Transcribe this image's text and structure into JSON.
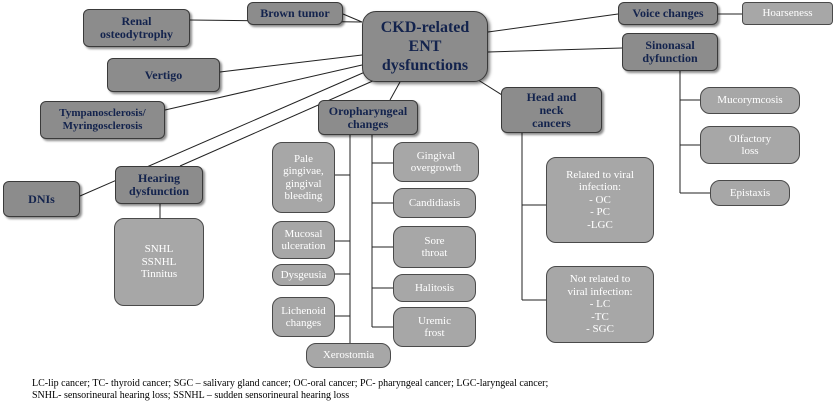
{
  "diagram": {
    "root": "CKD-related\nENT\ndysfunctions",
    "categories": {
      "renal": "Renal\nosteodytrophy",
      "brown_tumor": "Brown tumor",
      "vertigo": "Vertigo",
      "tympano": "Tympanosclerosis/\nMyringosclerosis",
      "dnis": "DNIs",
      "hearing": "Hearing\ndysfunction",
      "oro": "Oropharyngeal\nchanges",
      "head_neck": "Head and\nneck\ncancers",
      "voice": "Voice changes",
      "sinonasal": "Sinonasal\ndyfunction"
    },
    "details": {
      "hoarseness": "Hoarseness",
      "hearing_list": "SNHL\nSSNHL\nTinnitus",
      "pale": "Pale\ngingivae,\ngingival\nbleeding",
      "mucosal": "Mucosal\nulceration",
      "dysgeusia": "Dysgeusia",
      "lichenoid": "Lichenoid\nchanges",
      "xerostomia": "Xerostomia",
      "gingival": "Gingival\novergrowth",
      "candidiasis": "Candidiasis",
      "sore": "Sore\nthroat",
      "halitosis": "Halitosis",
      "uremic": "Uremic\nfrost",
      "viral": "Related to viral\ninfection:\n- OC\n- PC\n-LGC",
      "nonviral": "Not related to\nviral infection:\n- LC\n-TC\n- SGC",
      "mucor": "Mucorymcosis",
      "olfactory": "Olfactory\nloss",
      "epistaxis": "Epistaxis"
    }
  },
  "footnote": "LC-lip cancer; TC- thyroid cancer; SGC – salivary gland cancer; OC-oral cancer; PC- pharyngeal cancer; LGC-laryngeal cancer;\nSNHL- sensorineural hearing loss; SSNHL – sudden sensorineural hearing loss",
  "colors": {
    "dark_box": "#8c8c8c",
    "light_box": "#a7a7a7",
    "label_dark": "#13234d",
    "line": "#222222"
  }
}
